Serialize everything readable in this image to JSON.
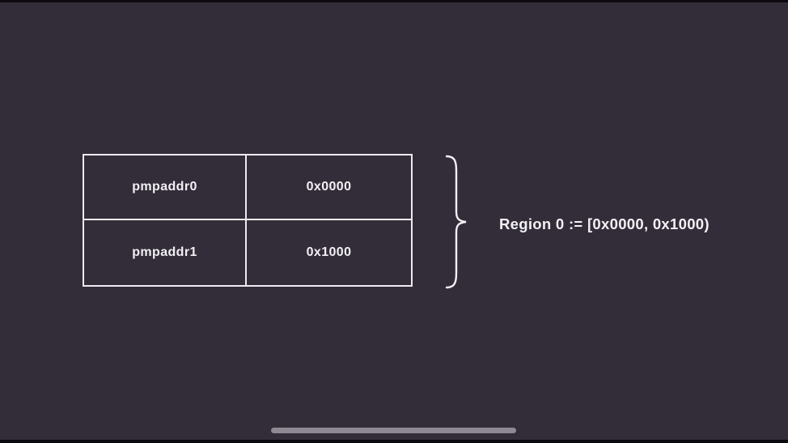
{
  "colors": {
    "background": "#332d39",
    "foreground": "#f2f0f4",
    "table_border": "#edebf1",
    "letterbox": "#0c0a0f",
    "home_indicator": "#8e8a93"
  },
  "table": {
    "rows": [
      {
        "register": "pmpaddr0",
        "value": "0x0000"
      },
      {
        "register": "pmpaddr1",
        "value": "0x1000"
      }
    ]
  },
  "annotation": {
    "label": "Region 0 := [0x0000, 0x1000)"
  }
}
